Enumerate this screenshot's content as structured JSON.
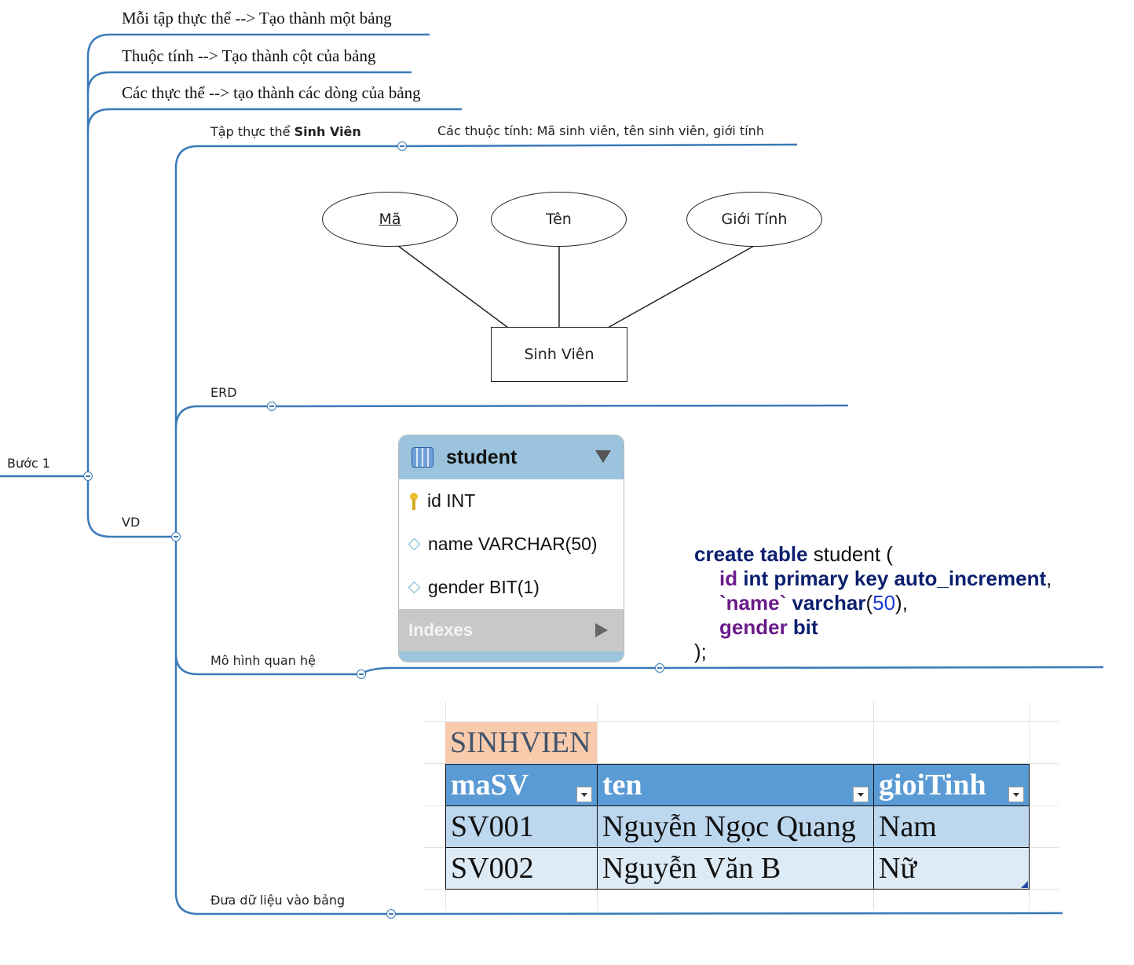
{
  "root": {
    "label": "Bước 1"
  },
  "rules": [
    "Mỗi tập thực thể --> Tạo thành một bảng",
    "Thuộc tính --> Tạo thành cột của bảng",
    "Các thực thể --> tạo thành các dòng của bảng"
  ],
  "vd": {
    "label": "VD",
    "entity_set": {
      "prefix": "Tập thực thể ",
      "name": "Sinh Viên"
    },
    "attributes_text": "Các thuộc tính: Mã sinh viên, tên sinh viên, giới tính",
    "erd_label": "ERD",
    "relational_label": "Mô hình quan hệ",
    "data_label": "Đưa dữ liệu vào bảng"
  },
  "erd": {
    "attributes": [
      "Mã",
      "Tên",
      "Giới Tính"
    ],
    "entity": "Sinh Viên"
  },
  "workbench": {
    "table_name": "student",
    "columns": [
      "id INT",
      "name VARCHAR(50)",
      "gender BIT(1)"
    ],
    "indexes_label": "Indexes"
  },
  "sql": {
    "l1_kw": "create table",
    "l1_rest": " student (",
    "l2_kw1": "id",
    "l2_kw2": " int primary key auto_increment",
    "l2_end": ",",
    "l3_kw1": "`name`",
    "l3_kw2": " varchar",
    "l3_open": "(",
    "l3_num": "50",
    "l3_end": "),",
    "l4_kw1": "gender",
    "l4_kw2": " bit",
    "l5": ");"
  },
  "sheet": {
    "title": "SINHVIEN",
    "headers": [
      "maSV",
      "ten",
      "gioiTinh"
    ],
    "rows": [
      [
        "SV001",
        "Nguyễn Ngọc Quang",
        "Nam"
      ],
      [
        "SV002",
        "Nguyễn Văn B",
        "Nữ"
      ]
    ]
  },
  "colors": {
    "branch": "#3a7ab8",
    "sheet_title_bg": "#f8cbad",
    "sheet_header_bg": "#5b9bd5"
  }
}
